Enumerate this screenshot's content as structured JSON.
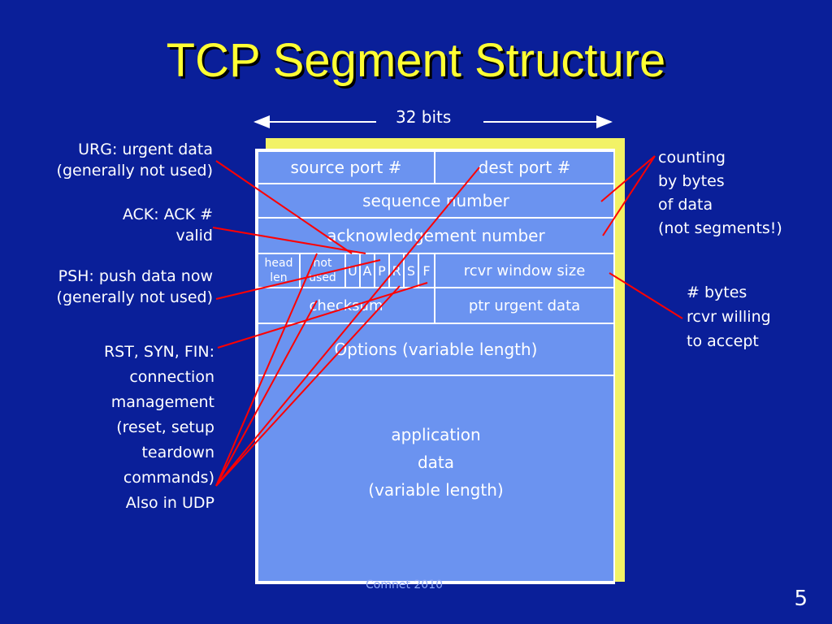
{
  "slide": {
    "title": "TCP Segment Structure",
    "page_number": "5",
    "footer": "Comnet 2010"
  },
  "segment": {
    "width_label": "32 bits",
    "source_port": "source port #",
    "dest_port": "dest port #",
    "sequence_number": "sequence number",
    "ack_number": "acknowledgement number",
    "head_len": "head len",
    "not_used": "not used",
    "flags": [
      "U",
      "A",
      "P",
      "R",
      "S",
      "F"
    ],
    "rcvr_window": "rcvr window size",
    "checksum": "checksum",
    "urgent_ptr": "ptr urgent data",
    "options": "Options (variable length)",
    "app_data": [
      "application",
      "data",
      "(variable length)"
    ]
  },
  "annotations": {
    "urg": [
      "URG: urgent data",
      "(generally not used)"
    ],
    "ack": [
      "ACK: ACK #",
      "valid"
    ],
    "psh": [
      "PSH: push data now",
      "(generally not used)"
    ],
    "rst": [
      "RST, SYN, FIN:",
      "connection",
      "management",
      "(reset, setup",
      "teardown",
      "commands)"
    ],
    "udp": "Also in UDP",
    "counting": [
      "counting",
      "by bytes",
      "of data",
      "(not segments!)"
    ],
    "window": [
      "# bytes",
      "rcvr willing",
      "to accept"
    ]
  },
  "colors": {
    "background": "#0a1f99",
    "title": "#ffff33",
    "field": "#6b93f0",
    "shadow": "#f2f266",
    "pointer_line": "#ff0000"
  }
}
